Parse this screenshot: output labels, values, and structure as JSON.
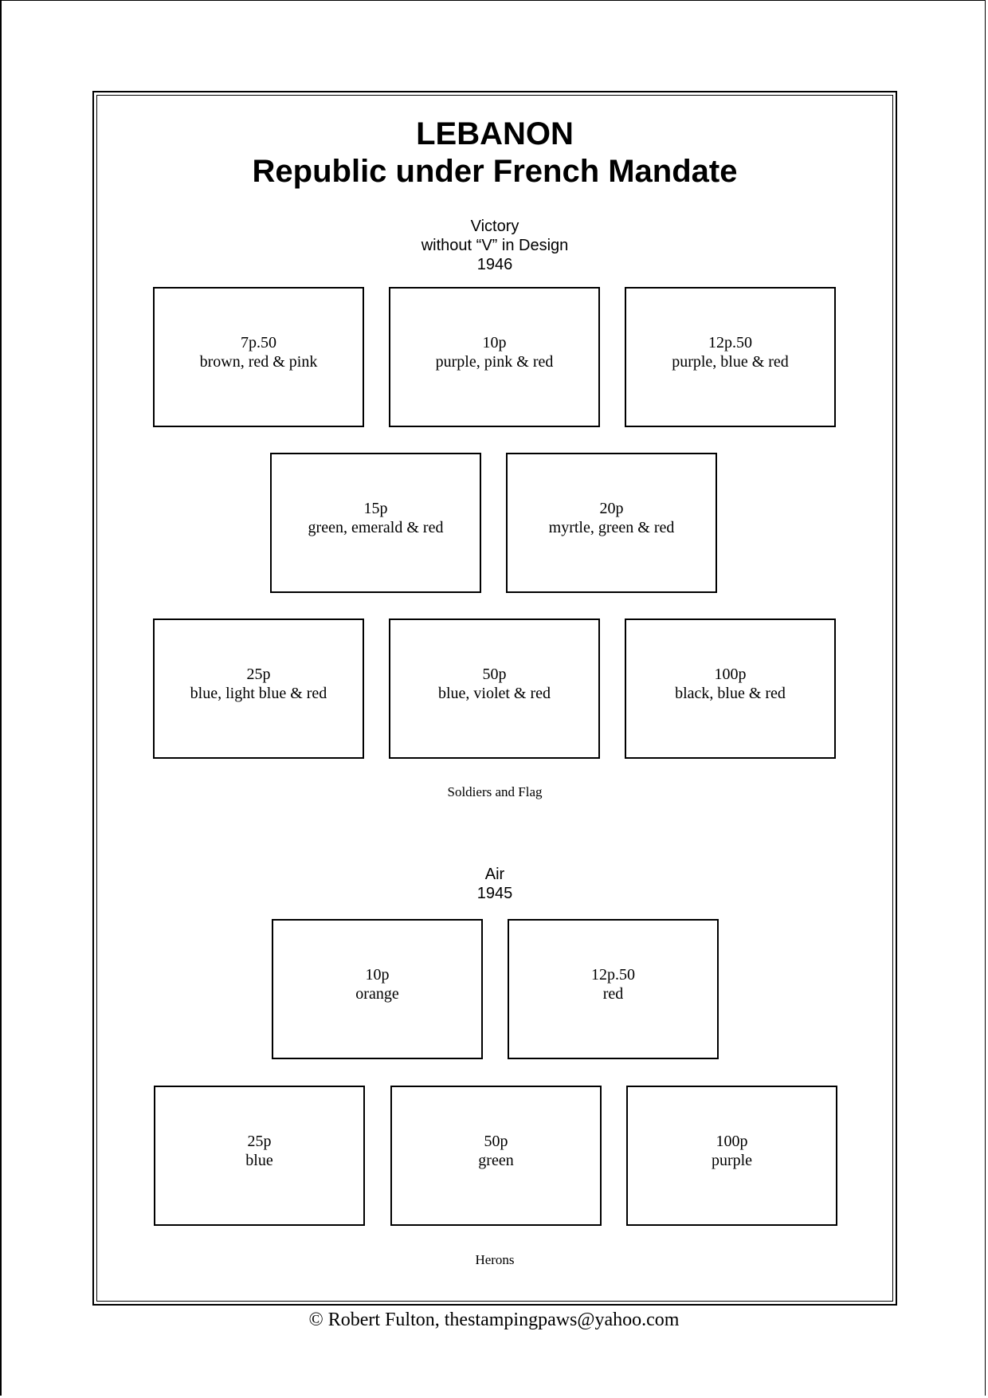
{
  "title": {
    "line1": "LEBANON",
    "line2": "Republic under French Mandate"
  },
  "sections": [
    {
      "heading": [
        "Victory",
        "without “V” in Design",
        "1946"
      ],
      "stamps": [
        {
          "denomination": "7p.50",
          "color": "brown, red & pink"
        },
        {
          "denomination": "10p",
          "color": "purple, pink & red"
        },
        {
          "denomination": "12p.50",
          "color": "purple, blue & red"
        },
        {
          "denomination": "15p",
          "color": "green, emerald & red"
        },
        {
          "denomination": "20p",
          "color": "myrtle, green & red"
        },
        {
          "denomination": "25p",
          "color": "blue, light blue & red"
        },
        {
          "denomination": "50p",
          "color": "blue, violet & red"
        },
        {
          "denomination": "100p",
          "color": "black, blue & red"
        }
      ],
      "caption": "Soldiers and Flag"
    },
    {
      "heading": [
        "Air",
        "1945"
      ],
      "stamps": [
        {
          "denomination": "10p",
          "color": "orange"
        },
        {
          "denomination": "12p.50",
          "color": "red"
        },
        {
          "denomination": "25p",
          "color": "blue"
        },
        {
          "denomination": "50p",
          "color": "green"
        },
        {
          "denomination": "100p",
          "color": "purple"
        }
      ],
      "caption": "Herons"
    }
  ],
  "footer": "©  Robert Fulton, thestampingpaws@yahoo.com"
}
